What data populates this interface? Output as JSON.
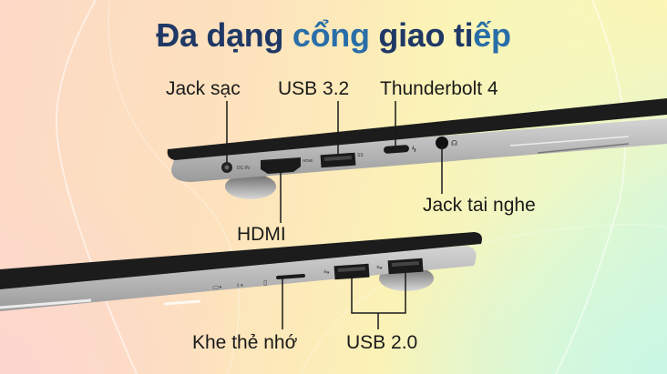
{
  "title": {
    "part1": "Đa dạng ",
    "part2": "cổng",
    "part3": " giao ti",
    "part4": "ếp"
  },
  "labels": {
    "charge_jack": "Jack sạc",
    "usb32": "USB 3.2",
    "thunderbolt": "Thunderbolt 4",
    "hdmi": "HDMI",
    "headphone_jack": "Jack tai nghe",
    "card_slot": "Khe thẻ nhớ",
    "usb20": "USB 2.0"
  },
  "port_markings": {
    "dc_in": "DC-IN",
    "hdmi_mark": "HDMI",
    "ss_mark": "SS"
  },
  "colors": {
    "title": "#1f3866",
    "title_accent": "#2a6ea8",
    "label": "#1a1a1a"
  }
}
